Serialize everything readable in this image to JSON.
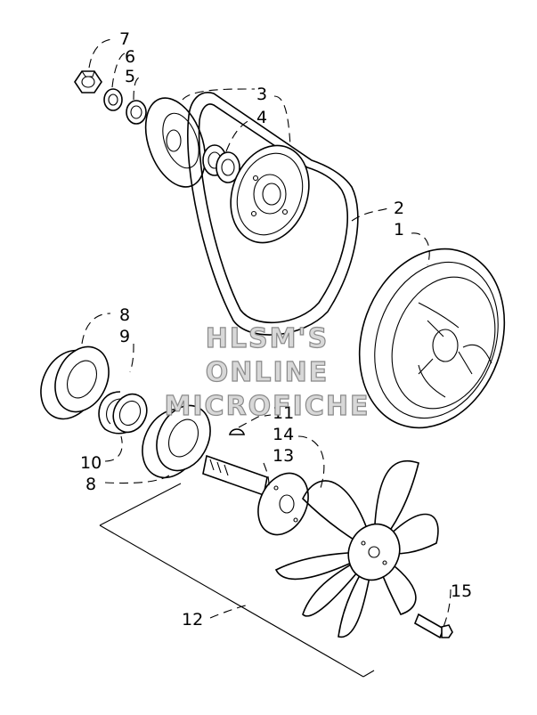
{
  "labels": {
    "p1": "1",
    "p2": "2",
    "p3": "3",
    "p4": "4",
    "p5": "5",
    "p6": "6",
    "p7": "7",
    "p8a": "8",
    "p8b": "8",
    "p9": "9",
    "p10": "10",
    "p11": "11",
    "p12": "12",
    "p13": "13",
    "p14": "14",
    "p15": "15"
  },
  "watermark": {
    "line1": "HLSM'S",
    "line2": "ONLINE",
    "line3": "MICROFICHE"
  }
}
